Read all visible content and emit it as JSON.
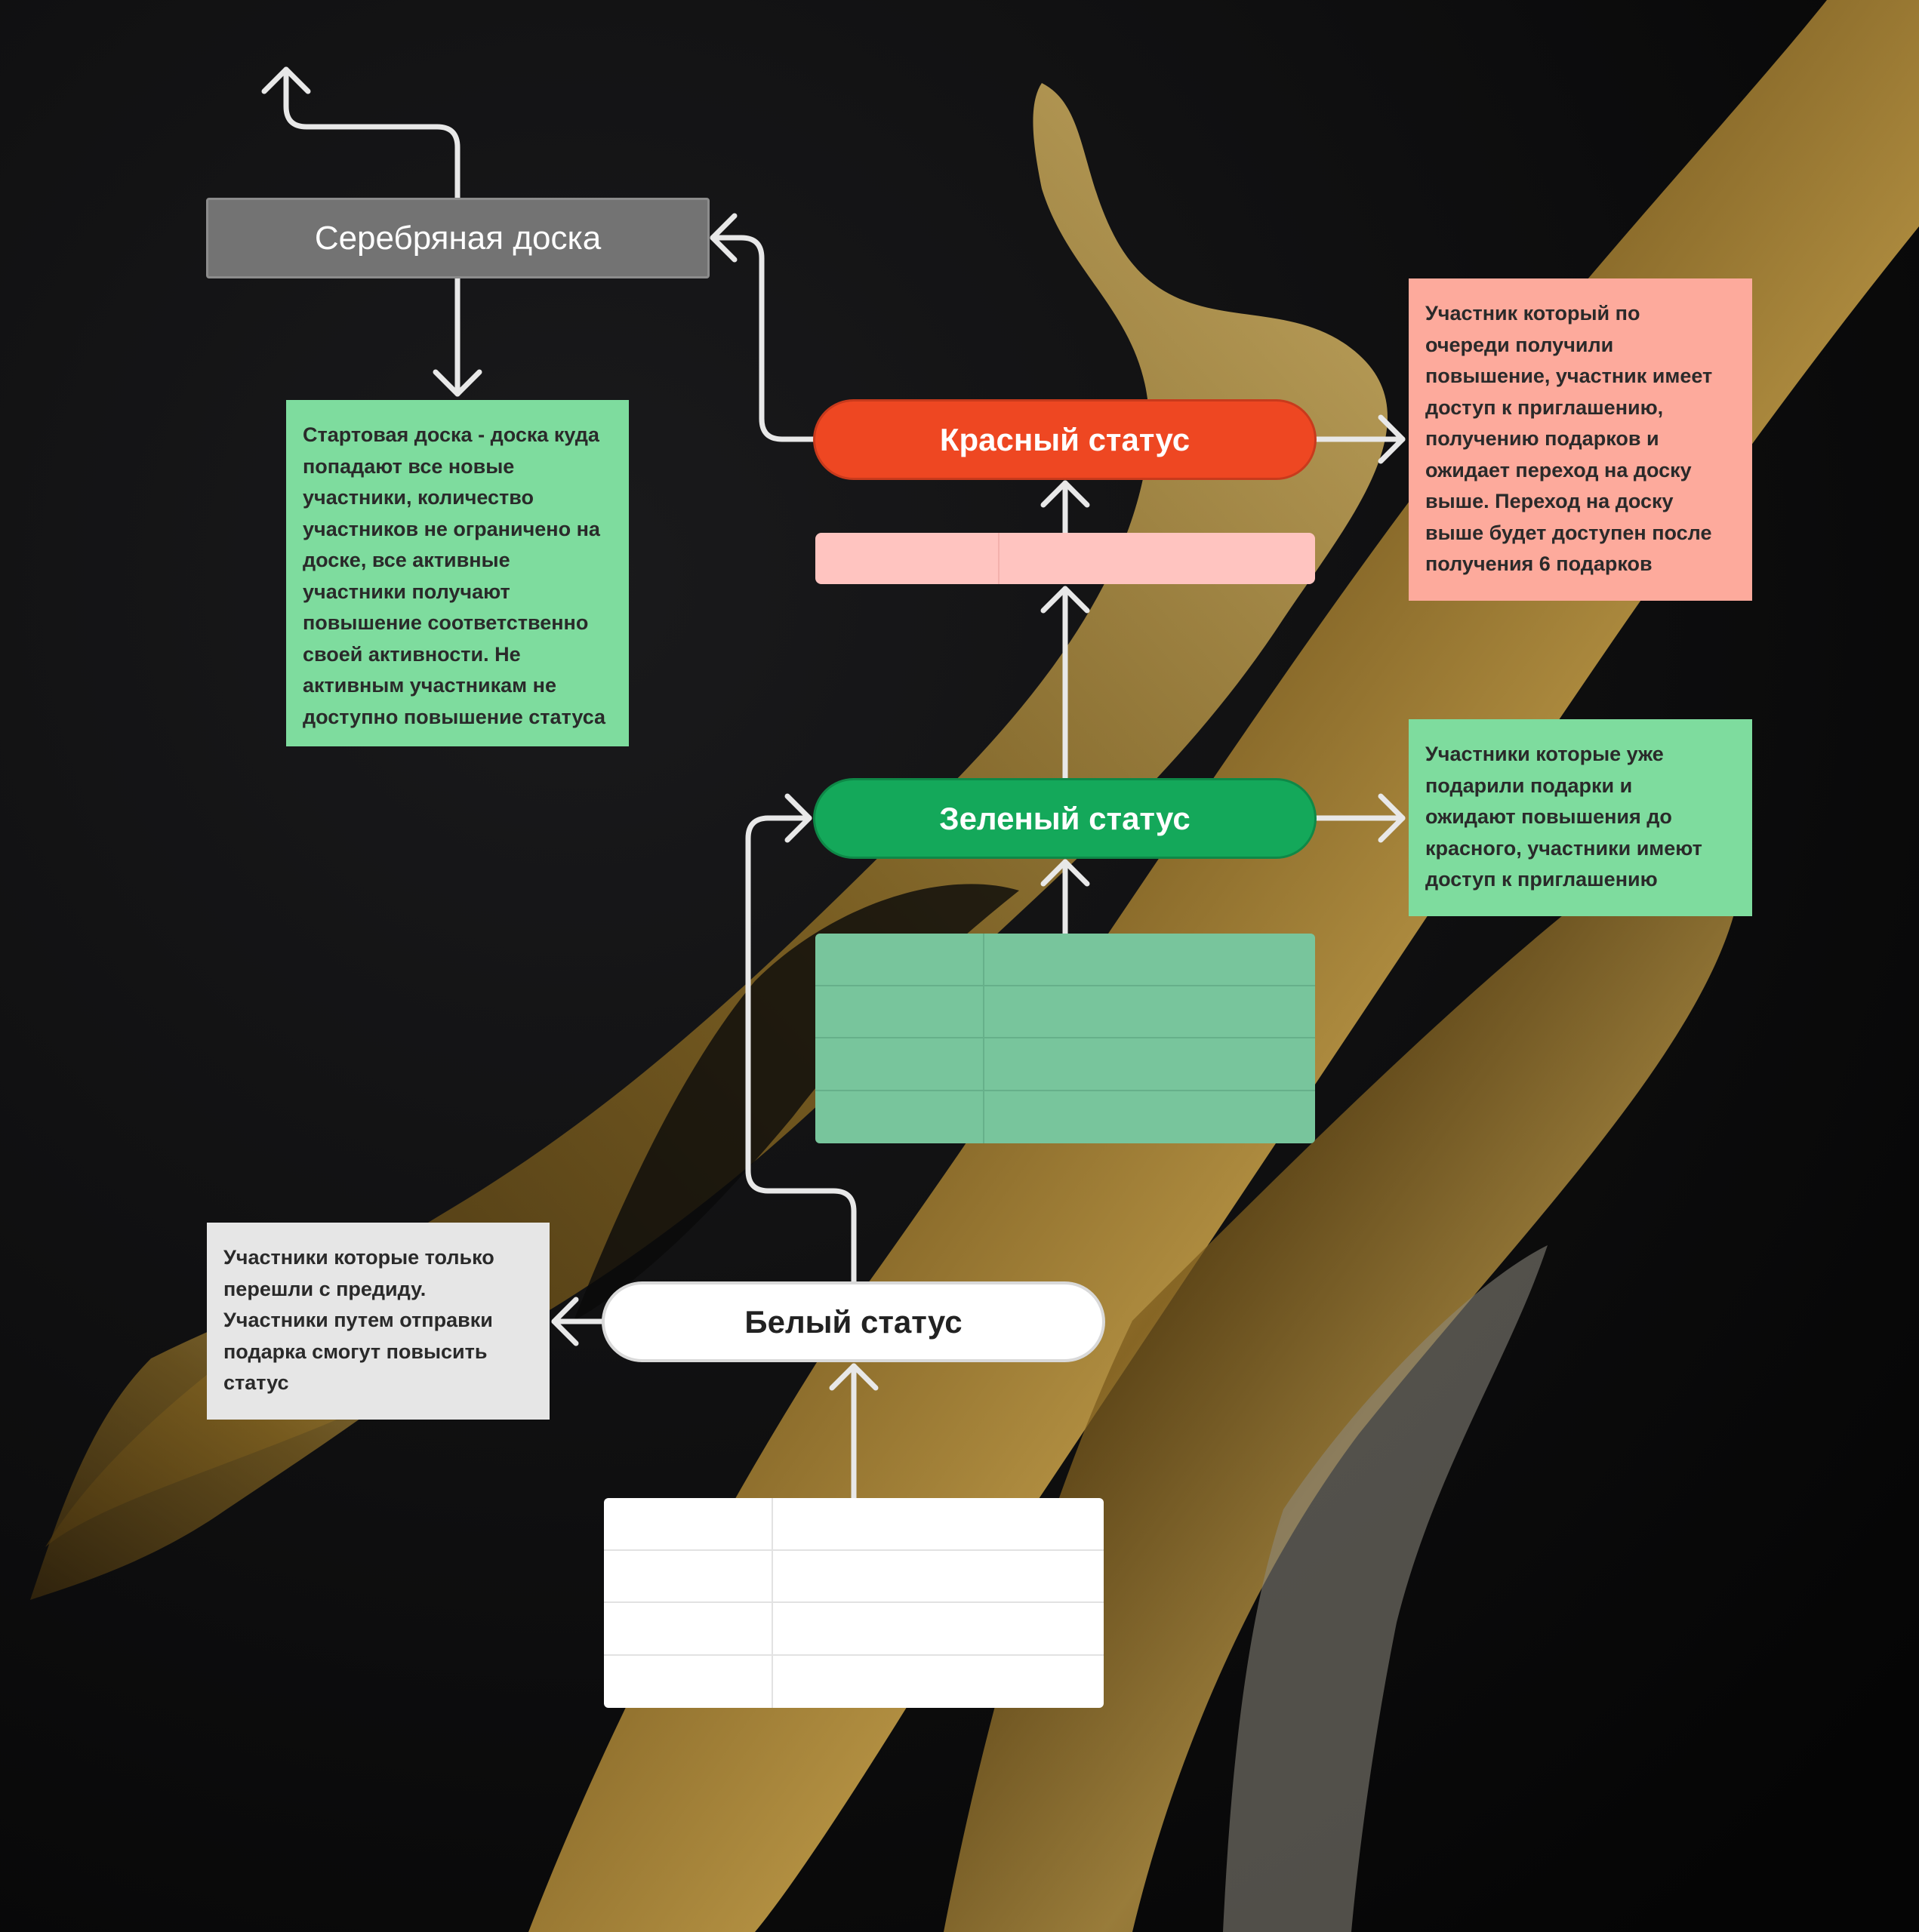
{
  "colors": {
    "background": "#0b0b0c",
    "gold": "#b38a2e",
    "silver_board": "#737373",
    "red_status": "#ee4722",
    "green_status": "#14a85a",
    "white_status": "#ffffff",
    "note_green": "#7edc9e",
    "note_red": "#fdaa9c",
    "note_grey": "#e6e6e6",
    "arrow": "#e8e8e8"
  },
  "nodes": {
    "silver_board": "Серебряная доска",
    "red_status": "Красный статус",
    "green_status": "Зеленый статус",
    "white_status": "Белый статус"
  },
  "notes": {
    "start_board": "Стартовая доска - доска куда\nпопадают все новые\nучастники, количество\nучастников не ограничено на\nдоске, все активные\nучастники получают\nповышение соответственно\nсвоей активности. Не\nактивным участникам не\nдоступно повышение статуса",
    "red": "Участник который по\nочереди получили\nповышение, участник имеет\nдоступ к приглашению,\nполучению подарков и\nожидает переход на доску\nвыше. Переход на доску\nвыше будет доступен после\nполучения 6 подарков",
    "green": "Участники которые уже\nподарили подарки и\nожидают повышения до\nкрасного, участники имеют\nдоступ к приглашению",
    "white": "Участники которые только\nперешли с предиду.\nУчастники путем отправки\nподарка смогут повысить\nстатус"
  }
}
